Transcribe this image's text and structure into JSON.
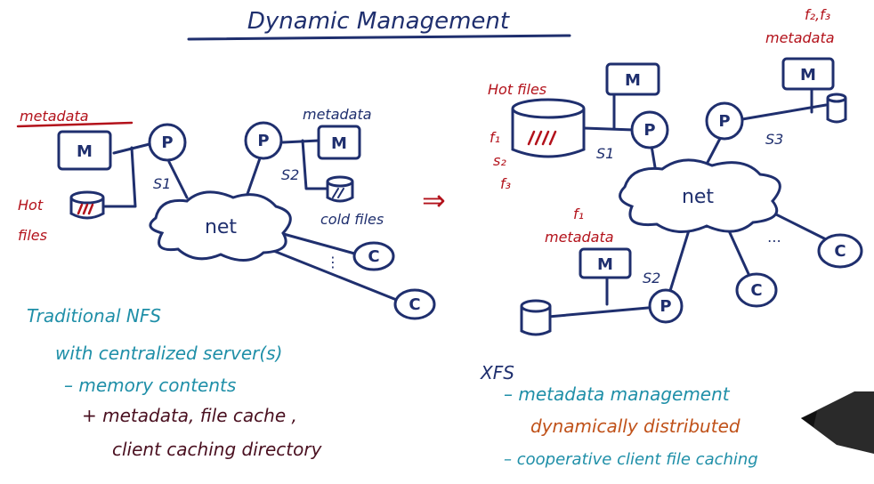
{
  "title": "Dynamic Management",
  "arrow": "⇒",
  "left": {
    "metadata_label": "metadata",
    "metadata_label_2": "metadata",
    "hot_files_label_1": "Hot",
    "hot_files_label_2": "files",
    "cold_files_label": "cold files",
    "m1": "M",
    "m2": "M",
    "p1": "P",
    "p2": "P",
    "s1": "S1",
    "s2": "S2",
    "net": "net",
    "c1": "C",
    "c2": "C",
    "dots": "⋮",
    "text_line1": "Traditional NFS",
    "text_line2": "with centralized server(s)",
    "text_line3": "– memory contents",
    "text_line4": "+ metadata, file cache ,",
    "text_line5": "client caching directory"
  },
  "right": {
    "hot_files_label": "Hot files",
    "f_list": [
      "f₁",
      "s₂",
      "f₃"
    ],
    "f2f3": "f₂,f₃",
    "metadata_top": "metadata",
    "f1": "f₁",
    "metadata_mid": "metadata",
    "m1": "M",
    "m2": "M",
    "m3": "M",
    "p1": "P",
    "p2": "P",
    "p3": "P",
    "s1": "S1",
    "s2": "S2",
    "s3": "S3",
    "net": "net",
    "c1": "C",
    "c2": "C",
    "dots": "⋯",
    "text_line1": "XFS",
    "text_line2": "– metadata management",
    "text_line3": "dynamically distributed",
    "text_line4": "– cooperative client file caching"
  },
  "colors": {
    "navy": "#1f2f6e",
    "red": "#b3121b",
    "teal": "#1f8fa8",
    "maroon": "#4a1020"
  }
}
